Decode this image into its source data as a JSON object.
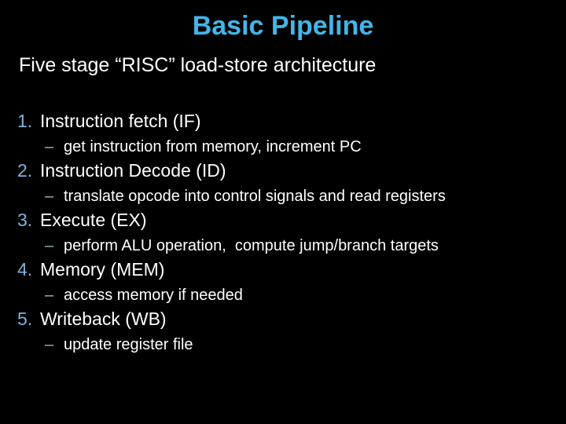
{
  "slide": {
    "title": "Basic Pipeline",
    "subtitle": "Five stage “RISC” load-store architecture",
    "bullet_dash": "–",
    "items": [
      {
        "number": "1.",
        "label": "Instruction fetch (IF)",
        "detail": "get instruction from memory, increment PC"
      },
      {
        "number": "2.",
        "label": "Instruction Decode (ID)",
        "detail": "translate opcode into control signals and read registers"
      },
      {
        "number": "3.",
        "label": "Execute (EX)",
        "detail": "perform ALU operation,  compute jump/branch targets"
      },
      {
        "number": "4.",
        "label": "Memory (MEM)",
        "detail": "access memory if needed"
      },
      {
        "number": "5.",
        "label": "Writeback (WB)",
        "detail": "update register file"
      }
    ],
    "colors": {
      "background": "#000000",
      "title": "#42B6E9",
      "number": "#7FB2DC",
      "dash": "#9DB6C8",
      "body": "#FFFFFF"
    }
  }
}
